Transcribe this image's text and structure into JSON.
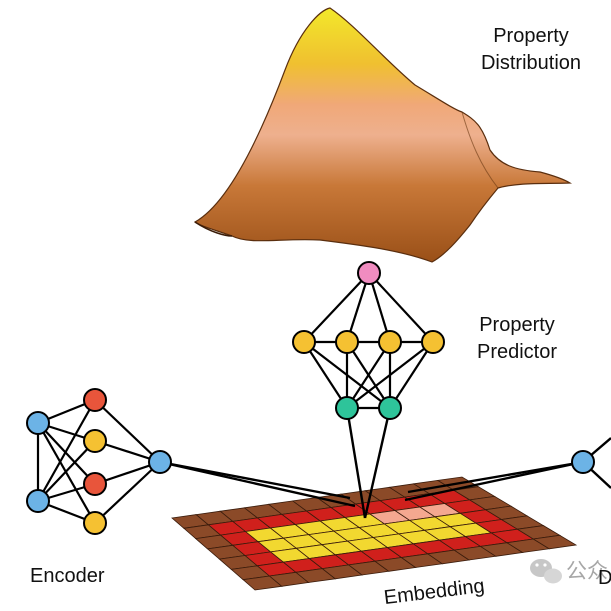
{
  "labels": {
    "property_distribution": [
      "Property",
      "Distribution"
    ],
    "property_predictor": [
      "Property",
      "Predictor"
    ],
    "encoder": "Encoder",
    "embedding": "Embedding",
    "decoder_partial": "D"
  },
  "watermark": {
    "text": "公众",
    "icon": "wechat-icon"
  },
  "colors": {
    "node_blue": "#6cb3e6",
    "node_red": "#e8553b",
    "node_yellow": "#f5c132",
    "node_pink": "#f08cc0",
    "node_teal": "#2ec49a",
    "dist_top": "#f2e82a",
    "dist_mid": "#f0b090",
    "dist_bottom": "#a85a20",
    "grid_outer": "#8b4a28",
    "grid_red": "#d0201c",
    "grid_yellow": "#f2d830",
    "grid_pink": "#f4a890",
    "grid_line": "#3a1c0c"
  }
}
